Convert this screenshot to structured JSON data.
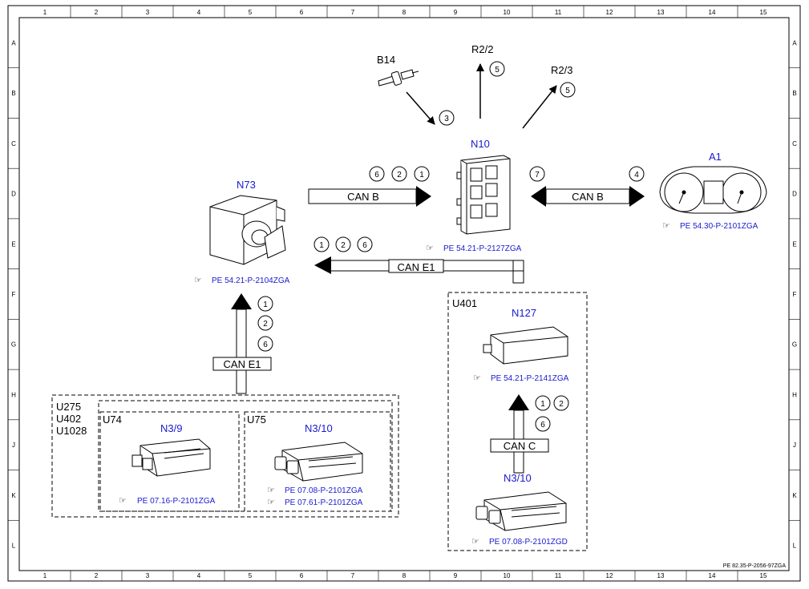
{
  "grid": {
    "columns": [
      "1",
      "2",
      "3",
      "4",
      "5",
      "6",
      "7",
      "8",
      "9",
      "10",
      "11",
      "12",
      "13",
      "14",
      "15"
    ],
    "rows": [
      "A",
      "B",
      "C",
      "D",
      "E",
      "F",
      "G",
      "H",
      "J",
      "K",
      "L"
    ]
  },
  "components": {
    "b14": {
      "label": "B14"
    },
    "r2_2": {
      "label": "R2/2"
    },
    "r2_3": {
      "label": "R2/3"
    },
    "n10": {
      "label": "N10",
      "ref": "PE 54.21-P-2127ZGA"
    },
    "a1": {
      "label": "A1",
      "ref": "PE 54.30-P-2101ZGA"
    },
    "n73": {
      "label": "N73",
      "ref": "PE 54.21-P-2104ZGA"
    },
    "n127": {
      "label": "N127",
      "ref": "PE 54.21-P-2141ZGA"
    },
    "n3_9": {
      "label": "N3/9",
      "ref": "PE 07.16-P-2101ZGA"
    },
    "n3_10_u75": {
      "label": "N3/10",
      "ref1": "PE 07.08-P-2101ZGA",
      "ref2": "PE 07.61-P-2101ZGA"
    },
    "n3_10_u401": {
      "label": "N3/10",
      "ref": "PE 07.08-P-2101ZGD"
    }
  },
  "groups": {
    "u275": {
      "line1": "U275",
      "line2": "U402",
      "line3": "U1028"
    },
    "u74": {
      "label": "U74"
    },
    "u75": {
      "label": "U75"
    },
    "u401": {
      "label": "U401"
    }
  },
  "buses": {
    "can_b_left": "CAN B",
    "can_b_right": "CAN B",
    "can_e1_top": "CAN E1",
    "can_e1_left": "CAN E1",
    "can_c": "CAN C"
  },
  "signals": {
    "s_b14": "3",
    "s_r22": "5",
    "s_r23": "5",
    "s_canb_6": "6",
    "s_canb_2": "2",
    "s_canb_1": "1",
    "s_canb_r7": "7",
    "s_canb_r4": "4",
    "s_cane1_1": "1",
    "s_cane1_2": "2",
    "s_cane1_6": "6",
    "s_left_1": "1",
    "s_left_2": "2",
    "s_left_6": "6",
    "s_canc_1": "1",
    "s_canc_2": "2",
    "s_canc_6": "6"
  },
  "footer": {
    "doc_ref": "PE 82.35-P-2056-97ZGA"
  }
}
